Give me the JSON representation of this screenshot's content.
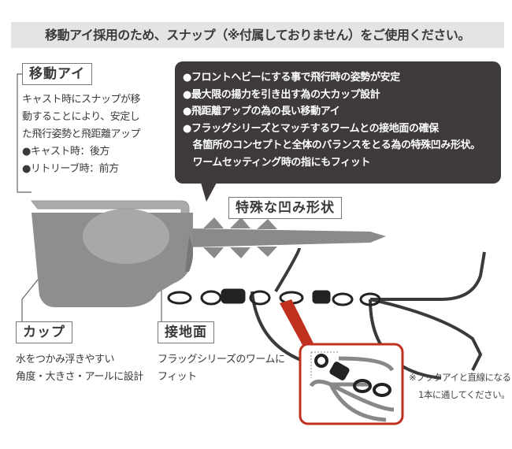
{
  "banner": "移動アイ採用のため、スナップ（※付属しておりません）をご使用ください。",
  "moving_eye": {
    "title": "移動アイ",
    "lines": [
      "キャスト時にスナップが移",
      "動することにより、安定し",
      "た飛行姿勢と飛距離アップ",
      "●キャスト時：後方",
      "●リトリーブ時：前方"
    ]
  },
  "features": [
    "●フロントヘビーにする事で飛行時の姿勢が安定",
    "●最大限の揚力を引き出す為の大カップ設計",
    "●飛距離アップの為の長い移動アイ",
    "●フラッグシリーズとマッチするワームとの接地面の確保",
    "　各箇所のコンセプトと全体のバランスをとる為の特殊凹み形状。",
    "　ワームセッティング時の指にもフィット"
  ],
  "special_shape": {
    "title": "特殊な凹み形状"
  },
  "cup": {
    "title": "カップ",
    "lines": [
      "水をつかみ浮きやすい",
      "角度・大きさ・アールに設計"
    ]
  },
  "contact": {
    "title": "接地面",
    "lines": [
      "フラッグシリーズのワームに",
      "フィット"
    ]
  },
  "note": {
    "lines": [
      "※フックアイと直線になる",
      "1本に通してください。"
    ]
  },
  "colors": {
    "bubble": "#3e3a39",
    "accent_red": "#c0301f",
    "banner_bg": "#e4e4e4"
  }
}
